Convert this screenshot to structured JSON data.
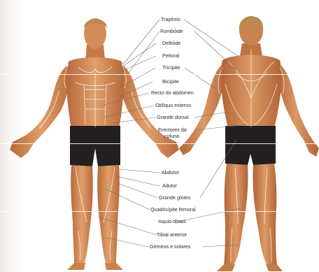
{
  "labels": {
    "trapezio": "Trapézio",
    "romboide": "Rombóide",
    "deltoide": "Deltóide",
    "peitoral": "Peitoral",
    "tricipite": "Tricípite",
    "bicipite": "Bicípite",
    "recto_abdomen": "Recto do abdómen",
    "obliquo_externo": "Oblíquo externo",
    "grande_dorsal": "Grande dorsal",
    "erectores_line1": "Erectores da",
    "erectores_line2": "coluna",
    "abdutor": "Abdutor",
    "adutor": "Adutor",
    "grande_gluteo": "Grande glúteo",
    "quadricipite": "Quadricípite femoral",
    "isquio_tibiais": "Isquio-tibiais",
    "tibial_anterior": "Tibial anterior",
    "gemeos_soleares": "Gémeos e solares"
  },
  "colors": {
    "skin": "#d9905c",
    "skin_shadow": "#b86a3c",
    "skin_highlight": "#ecb487",
    "shorts": "#242021",
    "hair": "#b98a4e",
    "muscle_outline": "#ffffff",
    "leader_line": "#6d6d6d"
  }
}
